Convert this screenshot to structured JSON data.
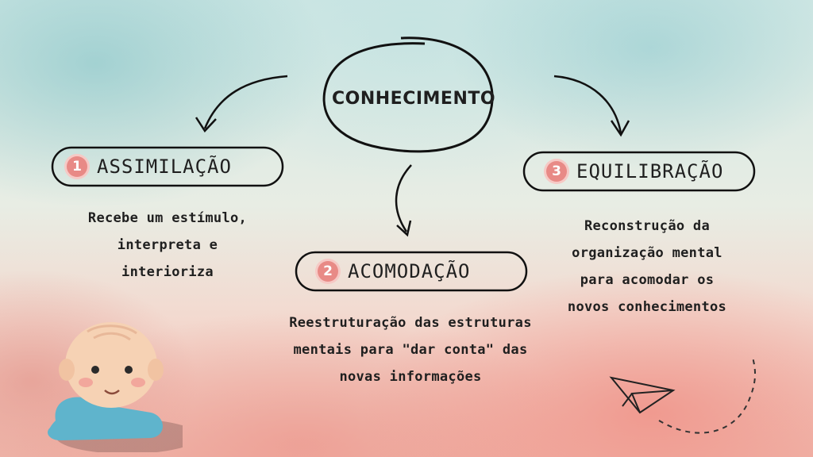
{
  "center": {
    "label": "CONHECIMENTO"
  },
  "steps": [
    {
      "number": "1",
      "title": "ASSIMILAÇÃO",
      "lines": [
        "Recebe um estímulo,",
        "interpreta e",
        "interioriza"
      ]
    },
    {
      "number": "2",
      "title": "ACOMODAÇÃO",
      "lines": [
        "Reestruturação das estruturas",
        "mentais para \"dar conta\" das",
        "novas informações"
      ]
    },
    {
      "number": "3",
      "title": "EQUILIBRAÇÃO",
      "lines": [
        "Reconstrução da",
        "organização mental",
        "para acomodar os",
        "novos conhecimentos"
      ]
    }
  ],
  "icons": [
    "baby-illustration",
    "paper-plane-icon"
  ],
  "colors": {
    "number_badge": "#e88a86",
    "ink": "#1f1f1f"
  }
}
